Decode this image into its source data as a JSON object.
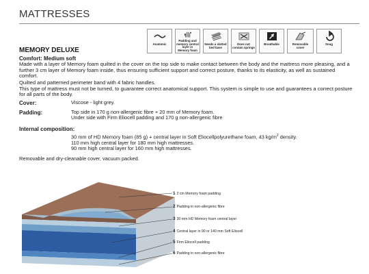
{
  "header": {
    "title": "MATTRESSES"
  },
  "icons": [
    {
      "name": "anatomic-icon",
      "label": "Anatomic"
    },
    {
      "name": "memory-foam-padding-icon",
      "label": "Padding and memory central layer in Memory foam"
    },
    {
      "name": "slatted-bed-base-icon",
      "label": "Needs a slatted bed base"
    },
    {
      "name": "no-springs-icon",
      "label": "Does not contain springs"
    },
    {
      "name": "breathable-icon",
      "label": "Breathable"
    },
    {
      "name": "removable-cover-icon",
      "label": "Removable cover"
    },
    {
      "name": "snug-icon",
      "label": "Snug"
    }
  ],
  "product": {
    "name": "MEMORY DELUXE",
    "comfort": "Comfort: Medium soft",
    "description_1": "Made with a layer of Memory foam quilted in the cover on the top side to make contact between the body and the mattress more pleasing, and a further 3 cm layer of Memory foam inside, thus ensuring sufficient support and correct posture, thanks to its elasticity, as well as sustained comfort.",
    "description_2": "Quilted and patterned perimeter band with 4 fabric handles.",
    "description_3": "This type of mattress must not be turned, to guarantee correct anatomical support. This system is simple to use and guarantees a correct posture for all parts of the body."
  },
  "specs": {
    "cover_label": "Cover:",
    "cover_value": "Viscose - light grey.",
    "padding_label": "Padding:",
    "padding_line1": "Top side in 170 g non-allergenic fibre + 20 mm of Memory foam.",
    "padding_line2": "Under side with Firm Eliocell padding and 170 g non-allergenic fibre",
    "internal_label": "Internal composition:",
    "internal_line1": "30 mm of HD Memory foam (85 g) + central layer in Soft Eliocellpolyurethane foam, 43 kg/m",
    "internal_line1_sup": "2",
    "internal_line1_end": " density.",
    "internal_line2": "110 mm high central layer for 180 mm high mattresses.",
    "internal_line3": "90 mm high central layer for 160 mm high mattresses.",
    "removable": "Removable and dry-cleanable cover, vacuum packed."
  },
  "layers": [
    {
      "num": "1",
      "label": "2 cm Memory foam padding"
    },
    {
      "num": "2",
      "label": "Padding in non-allergenic fibre"
    },
    {
      "num": "3",
      "label": "30 mm HD Memory foam central layer"
    },
    {
      "num": "4",
      "label": "Central layer in 90 or 140 mm Soft Eliocell"
    },
    {
      "num": "5",
      "label": "Firm Eliocell padding"
    },
    {
      "num": "6",
      "label": "Padding in non-allergenic fibre"
    }
  ],
  "colors": {
    "cover_top": "#9b6f58",
    "fibre": "#b9cfe0",
    "memory": "#6f9fc8",
    "core": "#2d5ca3",
    "firm": "#4f86c2",
    "side": "#c7cfd6"
  }
}
